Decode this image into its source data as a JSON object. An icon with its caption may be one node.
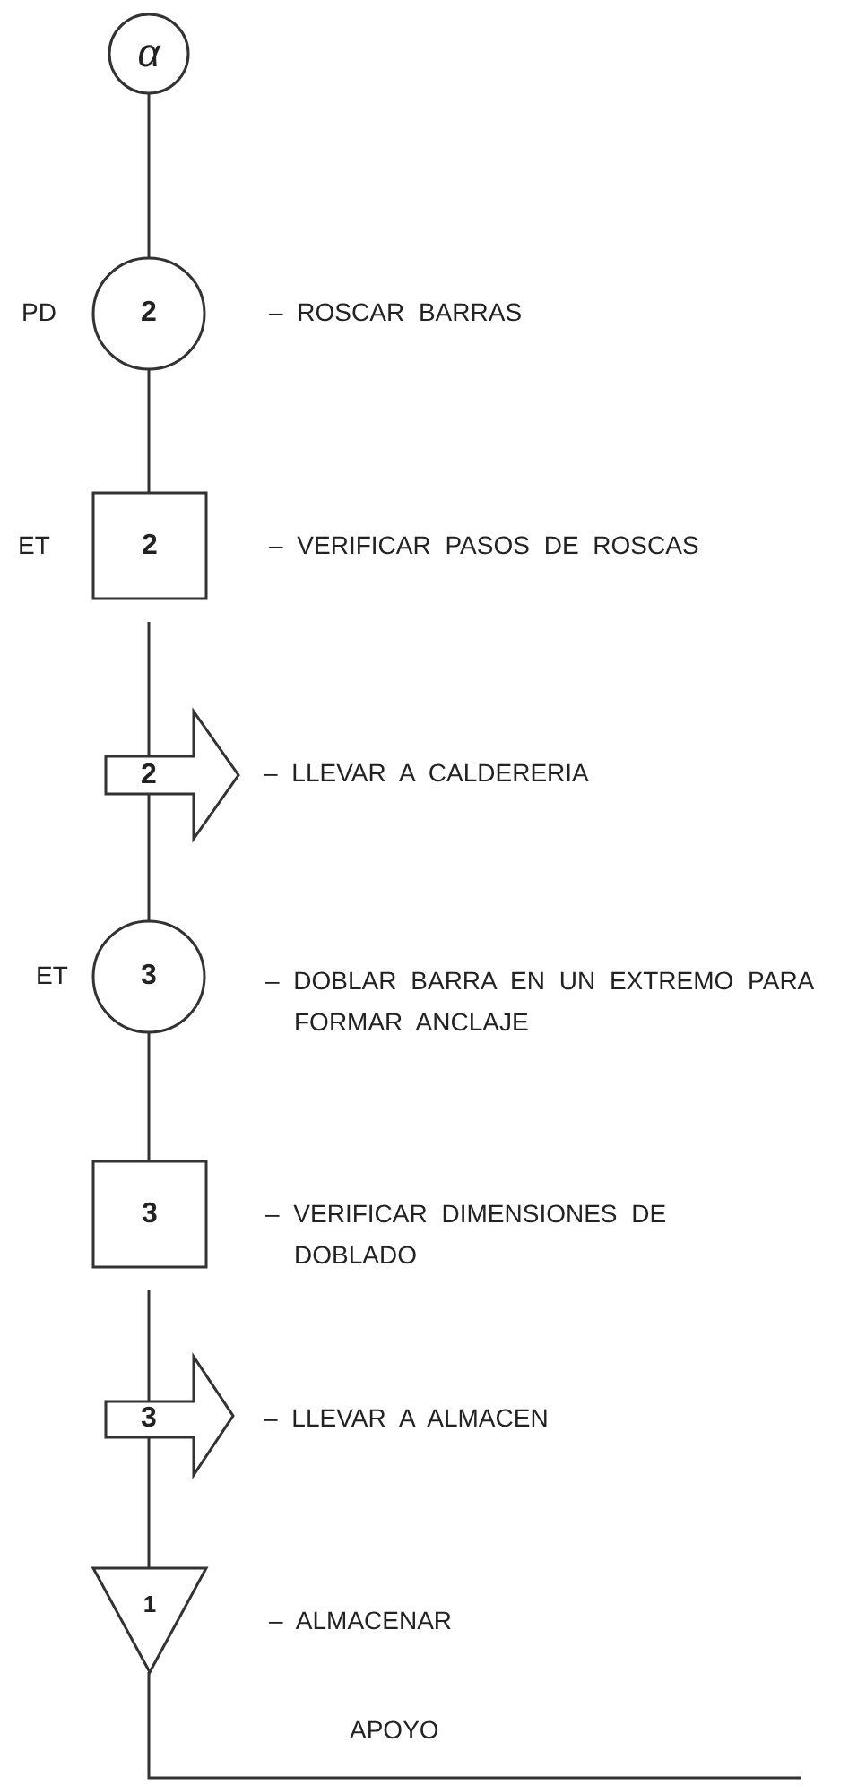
{
  "diagram": {
    "nodes": [
      {
        "text": [
          "α"
        ]
      },
      {
        "text": [
          "2"
        ],
        "beside": [
          "PD",
          "– ROSCAR BARRAS"
        ]
      },
      {
        "text": [
          "2"
        ],
        "beside": [
          "ET",
          "– VERIFICAR PASOS DE ROSCAS"
        ]
      },
      {
        "text": [
          "2"
        ],
        "beside": [
          "– LLEVAR A CALDERERIA"
        ]
      },
      {
        "text": [
          "3"
        ],
        "beside": [
          "ET",
          "– DOBLAR BARRA EN UN EXTREMO PARA FORMAR ANCLAJE"
        ]
      },
      {
        "text": [
          "3"
        ],
        "beside": [
          "– VERIFICAR DIMENSIONES DE DOBLADO"
        ]
      },
      {
        "text": [
          "3"
        ],
        "beside": [
          "– LLEVAR A ALMACEN"
        ]
      },
      {
        "text": [
          "1"
        ],
        "beside": [
          "– ALMACENAR"
        ]
      }
    ],
    "edges": [
      {
        "from": 0,
        "to": 1,
        "arrow": "none"
      },
      {
        "from": 1,
        "to": 2,
        "arrow": "none"
      },
      {
        "from": 2,
        "to": 3,
        "arrow": "none"
      },
      {
        "from": 3,
        "to": 4,
        "arrow": "none"
      },
      {
        "from": 4,
        "to": 5,
        "arrow": "none"
      },
      {
        "from": 5,
        "to": 6,
        "arrow": "none"
      },
      {
        "from": 6,
        "to": 7,
        "arrow": "none"
      },
      {
        "from": 7,
        "to": null,
        "arrow": "none"
      }
    ],
    "labels": [
      "APOYO"
    ]
  }
}
